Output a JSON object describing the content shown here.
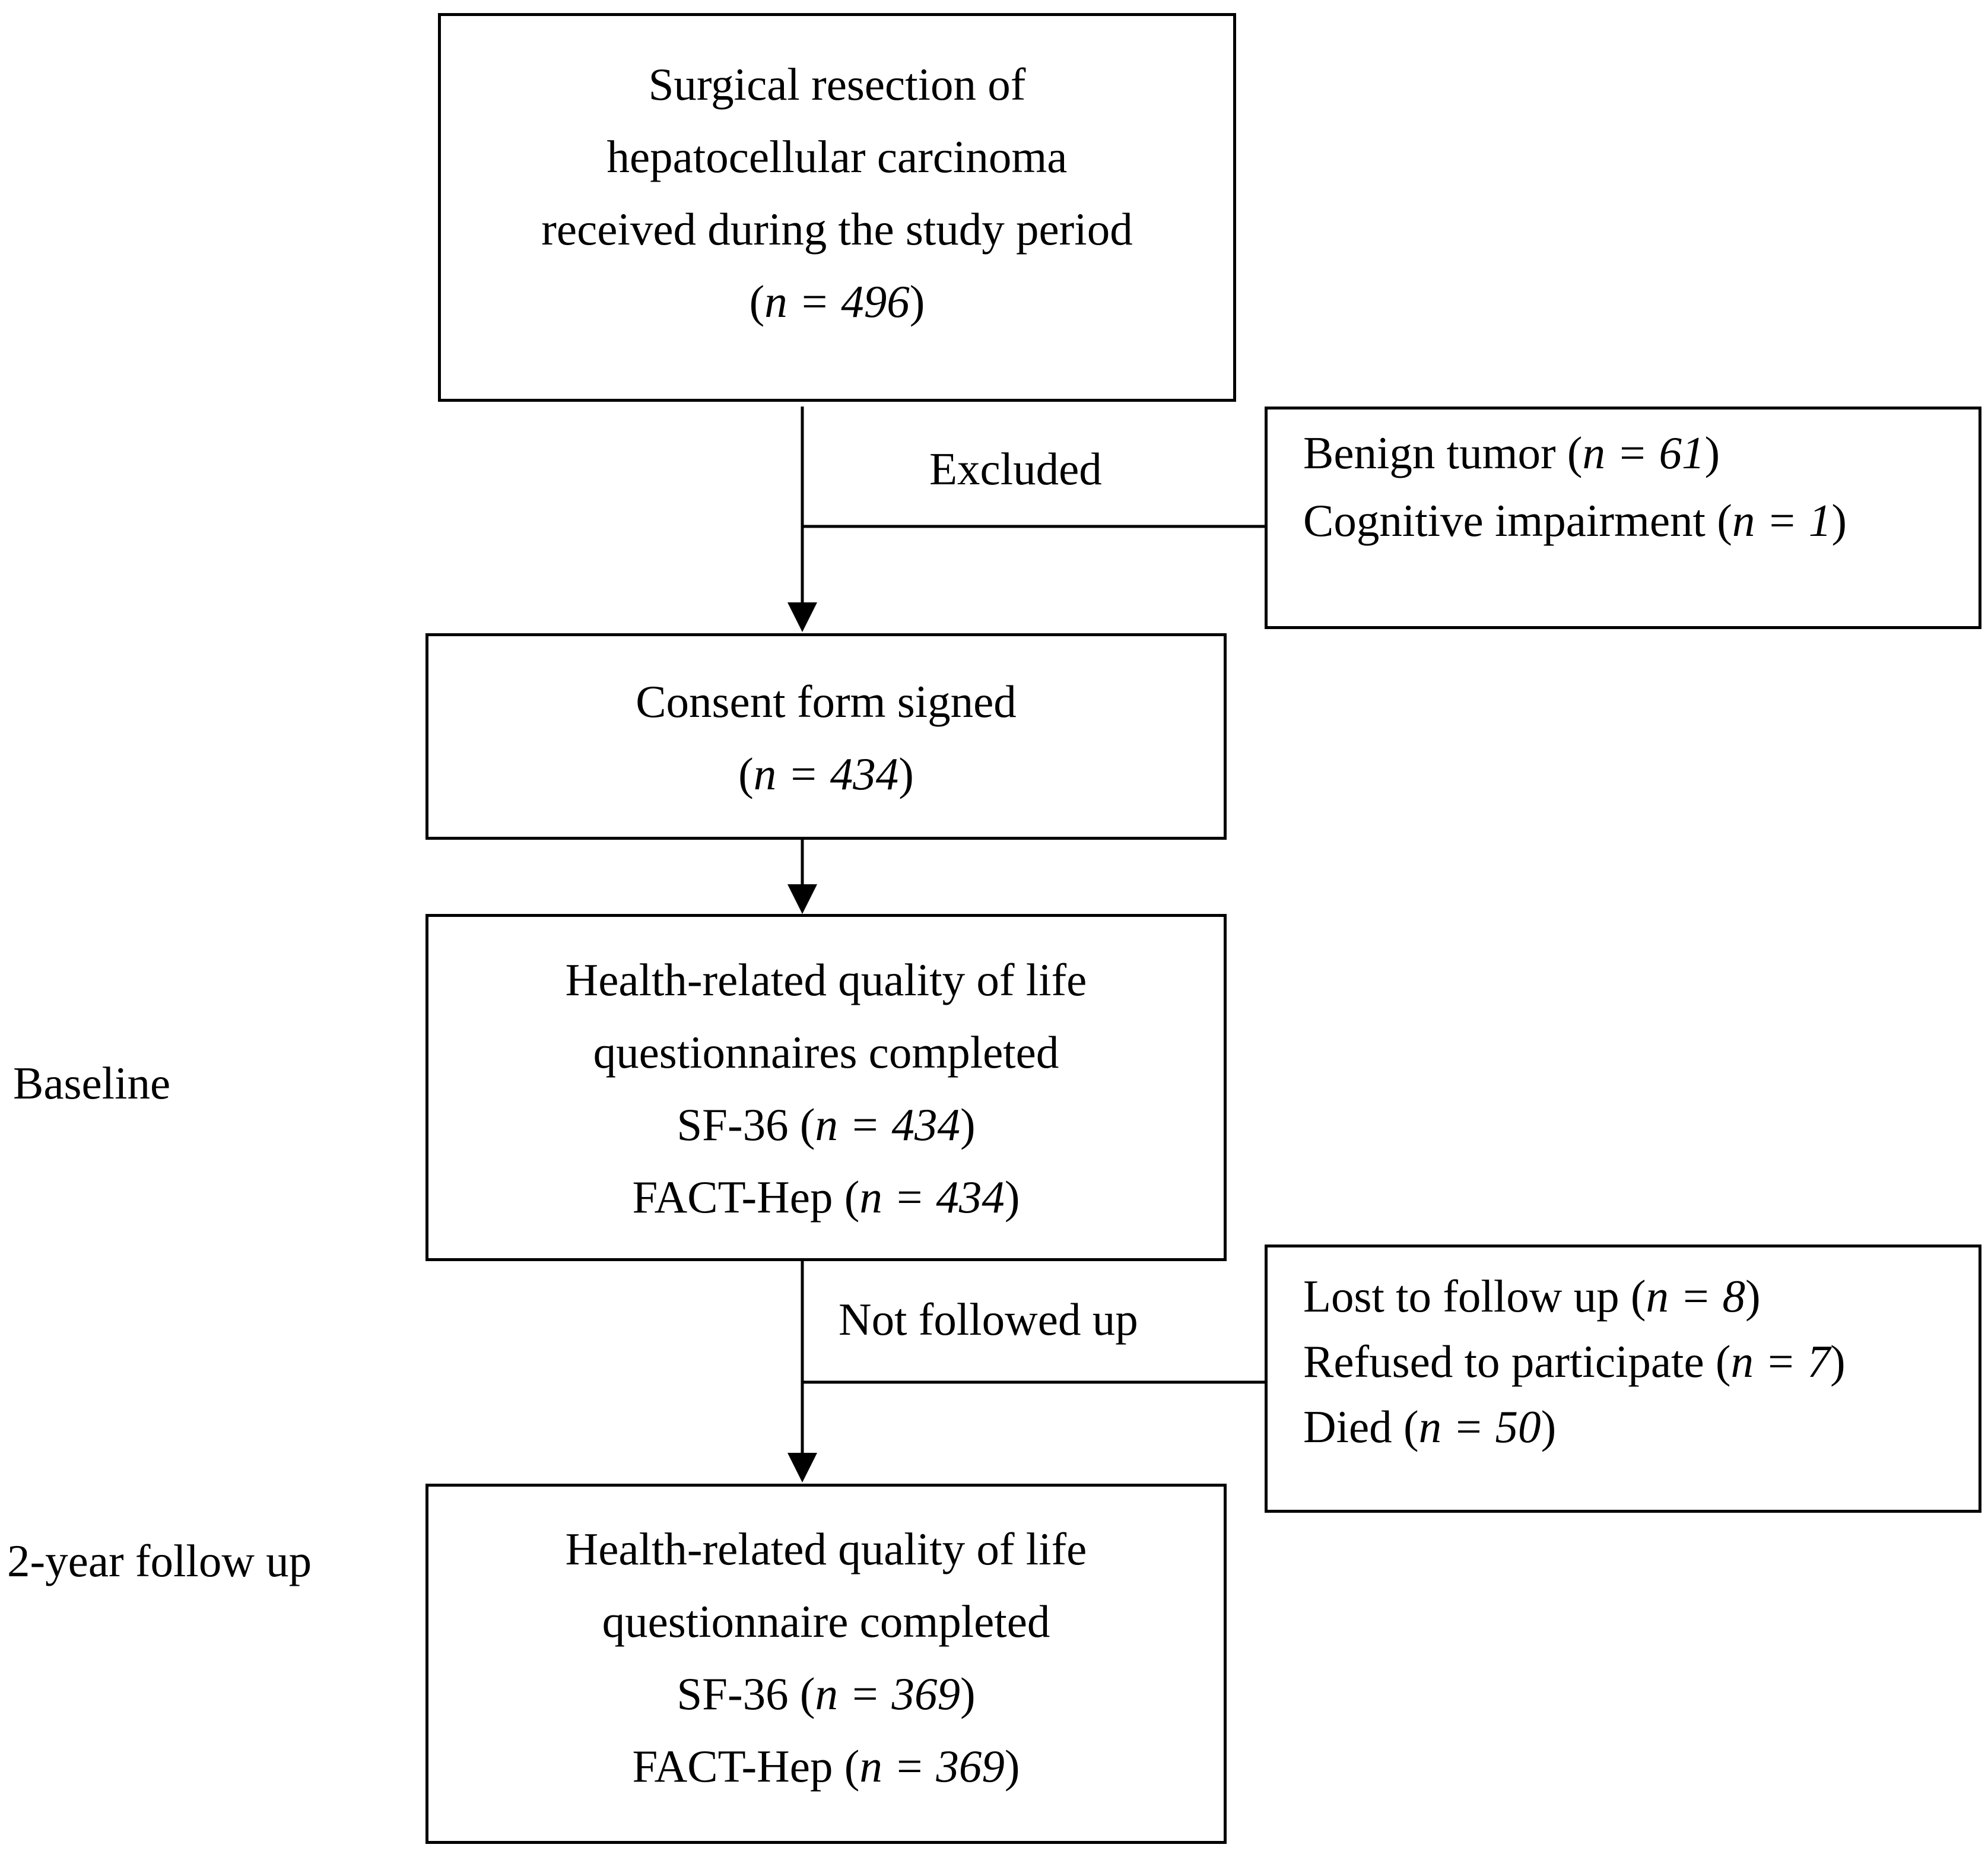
{
  "boxes": {
    "resection": {
      "lines": [
        "Surgical resection of",
        "hepatocellular carcinoma",
        "received during the study period"
      ],
      "n_label": "n = 496"
    },
    "excluded_reasons": {
      "items": [
        {
          "label": "Benign tumor",
          "n": "n = 61"
        },
        {
          "label": "Cognitive impairment",
          "n": "n = 1"
        }
      ]
    },
    "consent": {
      "lines": [
        "Consent form signed"
      ],
      "n_label": "n = 434"
    },
    "baseline": {
      "lines": [
        "Health-related quality of life",
        "questionnaires completed"
      ],
      "measures": [
        {
          "label": "SF-36",
          "n": "n = 434"
        },
        {
          "label": "FACT-Hep",
          "n": "n = 434"
        }
      ]
    },
    "not_followed_reasons": {
      "items": [
        {
          "label": "Lost to follow up",
          "n": "n = 8"
        },
        {
          "label": "Refused to participate",
          "n": "n = 7"
        },
        {
          "label": "Died",
          "n": "n = 50"
        }
      ]
    },
    "followup": {
      "lines": [
        "Health-related quality of life",
        "questionnaire completed"
      ],
      "measures": [
        {
          "label": "SF-36",
          "n": "n = 369"
        },
        {
          "label": "FACT-Hep",
          "n": "n = 369"
        }
      ]
    }
  },
  "edge_labels": {
    "excluded": "Excluded",
    "not_followed_up": "Not followed up"
  },
  "stage_labels": {
    "baseline": "Baseline",
    "followup": "2-year follow up"
  }
}
